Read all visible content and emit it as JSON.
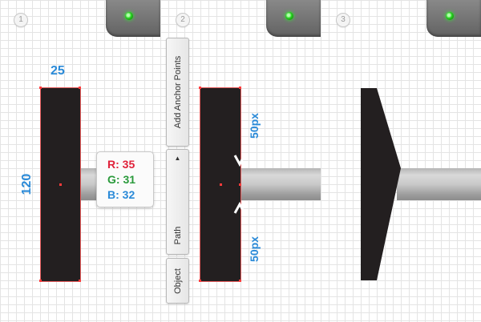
{
  "steps": [
    "1",
    "2",
    "3"
  ],
  "dimensions": {
    "width_label": "25",
    "height_label": "120",
    "top_offset_label": "50px",
    "bottom_offset_label": "50px"
  },
  "color_values": {
    "r": "R: 35",
    "g": "G: 31",
    "b": "B: 32"
  },
  "panel": {
    "add_anchor_points": "Add Anchor Points",
    "arrow": "▲",
    "path": "Path",
    "object": "Object"
  },
  "colors": {
    "shape_fill": "#231f20",
    "red_label": "#e0213a",
    "green_label": "#2a9a3b",
    "blue_label": "#2a8ad8",
    "grid": "#e4e4e4"
  }
}
